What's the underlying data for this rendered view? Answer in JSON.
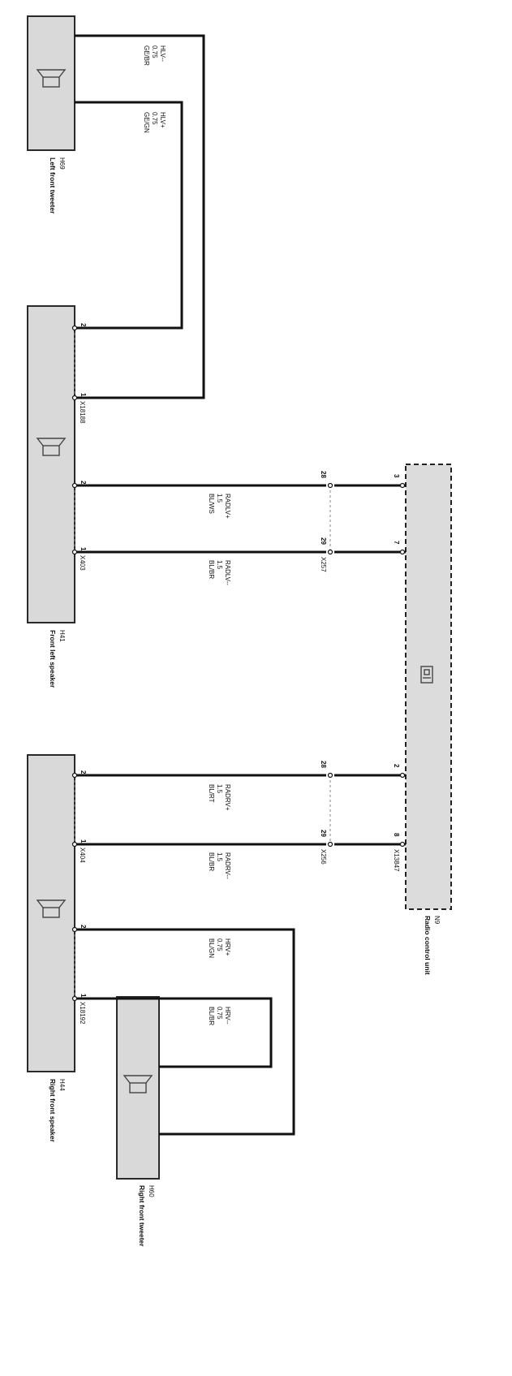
{
  "components": {
    "h69": {
      "id": "H69",
      "name": "Left front tweeter"
    },
    "h41": {
      "id": "H41",
      "name": "Front left speaker"
    },
    "h44": {
      "id": "H44",
      "name": "Right front speaker"
    },
    "h60": {
      "id": "H60",
      "name": "Right front tweeter"
    },
    "n9": {
      "id": "N9",
      "name": "Radio control unit"
    }
  },
  "connectors": {
    "x18188": "X18188",
    "x403": "X403",
    "x404": "X404",
    "x18192": "X18192",
    "x257": "X257",
    "x256": "X256",
    "x13847": "X13847"
  },
  "pins": {
    "x18188": [
      "2",
      "1"
    ],
    "x403": [
      "2",
      "1"
    ],
    "x404": [
      "2",
      "1"
    ],
    "x18192": [
      "2",
      "1"
    ],
    "x257": [
      "28",
      "29"
    ],
    "x256": [
      "28",
      "29"
    ],
    "n9": [
      "3",
      "7",
      "2",
      "8"
    ]
  },
  "wires": {
    "hlv_minus": {
      "signal": "HLV--",
      "size": "0.75",
      "color": "GE/BR"
    },
    "hlv_plus": {
      "signal": "HLV+",
      "size": "0.75",
      "color": "GE/GN"
    },
    "radlv_plus": {
      "signal": "RADLV+",
      "size": "1.5",
      "color": "BL/WS"
    },
    "radlv_minus": {
      "signal": "RADLV--",
      "size": "1.5",
      "color": "BL/BR"
    },
    "radrv_plus": {
      "signal": "RADRV+",
      "size": "1.5",
      "color": "BL/RT"
    },
    "radrv_minus": {
      "signal": "RADRV--",
      "size": "1.5",
      "color": "BL/BR"
    },
    "hrv_plus": {
      "signal": "HRV+",
      "size": "0.75",
      "color": "BL/GN"
    },
    "hrv_minus": {
      "signal": "HRV--",
      "size": "0.75",
      "color": "BL/BR"
    }
  },
  "icons": [
    "speaker-icon",
    "control-unit-icon"
  ]
}
